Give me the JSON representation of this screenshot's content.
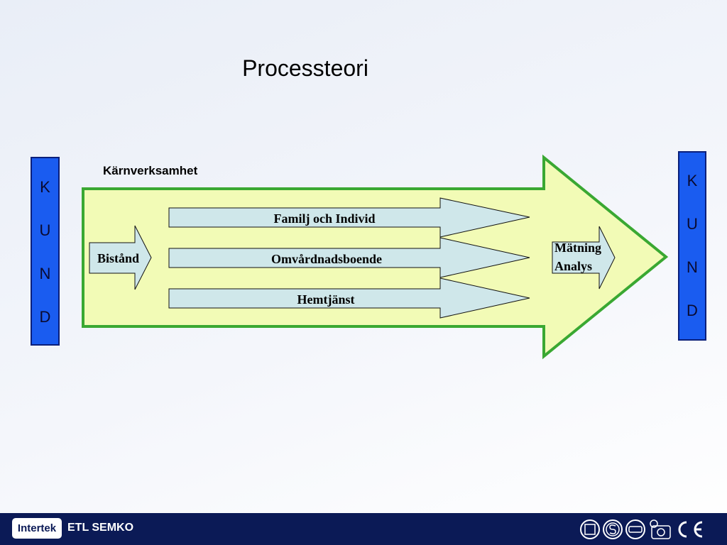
{
  "slide": {
    "title": "Processteori",
    "subtitle": "Kärnverksamhet"
  },
  "kund_left": [
    "K",
    "U",
    "N",
    "D"
  ],
  "kund_right": [
    "K",
    "U",
    "N",
    "D"
  ],
  "diagram": {
    "input_arrow": "Bistånd",
    "process_arrows": [
      "Familj och Individ",
      "Omvårdnadsboende",
      "Hemtjänst"
    ],
    "output_arrow_line1": "Mätning",
    "output_arrow_line2": "Analys"
  },
  "colors": {
    "main_arrow_fill": "#f2fbb6",
    "main_arrow_stroke": "#3aa832",
    "process_fill": "#cfe7ea",
    "kund_fill": "#1a5cf0",
    "footer": "#0b1a56"
  },
  "footer": {
    "brand": "Intertek",
    "division": "ETL SEMKO",
    "certification_icons": [
      "etl-mark-icon",
      "s-mark-icon",
      "nemko-mark-icon",
      "gs-mark-icon",
      "ce-mark-icon"
    ]
  }
}
